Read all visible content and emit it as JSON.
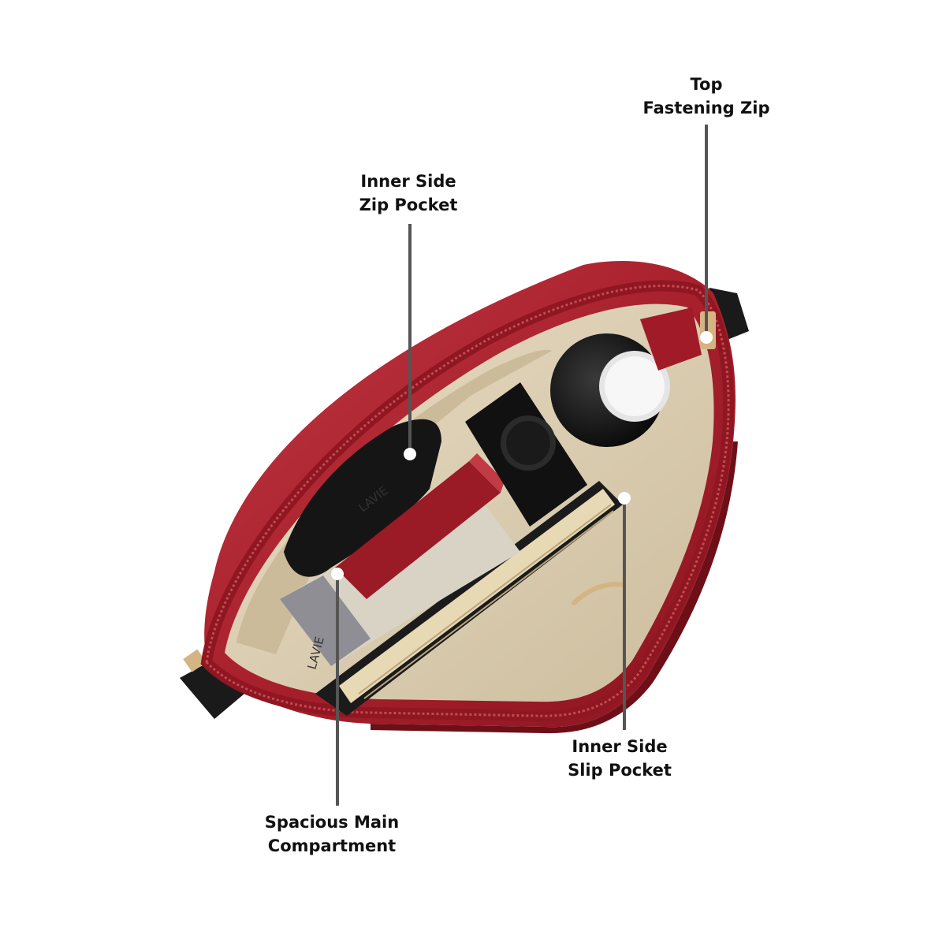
{
  "callouts": {
    "top_fastening_zip": {
      "line1": "Top",
      "line2": "Fastening Zip"
    },
    "inner_side_zip_pocket": {
      "line1": "Inner Side",
      "line2": "Zip Pocket"
    },
    "inner_side_slip_pocket": {
      "line1": "Inner Side",
      "line2": "Slip Pocket"
    },
    "spacious_main_compartment": {
      "line1": "Spacious Main",
      "line2": "Compartment"
    }
  },
  "tag_prints": {
    "tag1": "LAVIE",
    "tag2": "LAVIE"
  },
  "colors": {
    "bag_red": "#a8202c",
    "bag_red_dark": "#7a1019",
    "lining": "#ddd0b6",
    "strap_black": "#1a1a1a",
    "callout_line": "#555555",
    "callout_dot": "#ffffff"
  }
}
